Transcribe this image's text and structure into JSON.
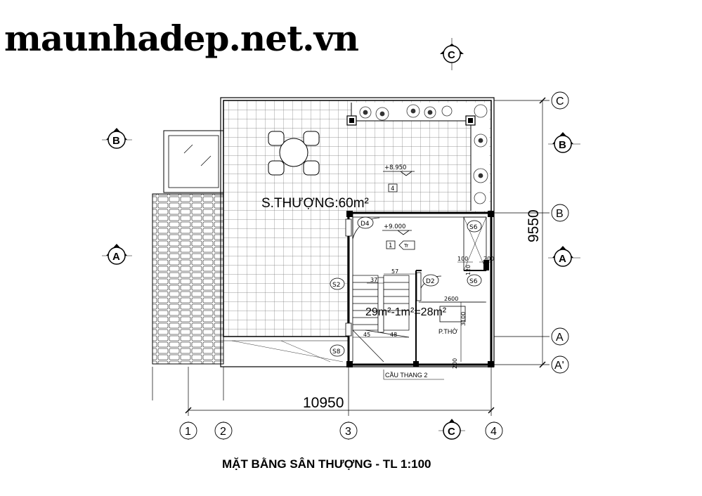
{
  "watermark": "maunhadep.net.vn",
  "title": "MẶT BẰNG SÂN THƯỢNG - TL 1:100",
  "dims": {
    "total_width": "10950",
    "total_depth": "9550",
    "d_57": "57",
    "d_37": "37",
    "d_45": "45",
    "d_48": "48",
    "d_100": "100",
    "d_200a": "200",
    "d_120": "120",
    "d_2600": "2600",
    "d_3100": "3100",
    "d_200b": "200"
  },
  "rooms": {
    "terrace": "S.THƯỢNG:60m²",
    "stair_area": "29m²-1m²=28m²",
    "altar_room": "P.THỜ",
    "stair_label": "CẦU THANG 2"
  },
  "levels": {
    "terrace_level": "+8.950",
    "stair_level": "+9.000"
  },
  "tags": {
    "d4": "D4",
    "d2": "D2",
    "s2": "S2",
    "s6a": "S6",
    "s6b": "S6",
    "s8": "S8",
    "num4": "4",
    "num1": "1",
    "tr": "Tr"
  },
  "axes": {
    "col1": "1",
    "col2": "2",
    "col3": "3",
    "col4": "4",
    "colC": "C",
    "rowC": "C",
    "rowB": "B",
    "rowA": "A",
    "rowA1": "A'"
  },
  "section_marks": {
    "top_c": "C",
    "left_b": "B",
    "left_a": "A",
    "right_b": "B",
    "right_a": "A"
  }
}
